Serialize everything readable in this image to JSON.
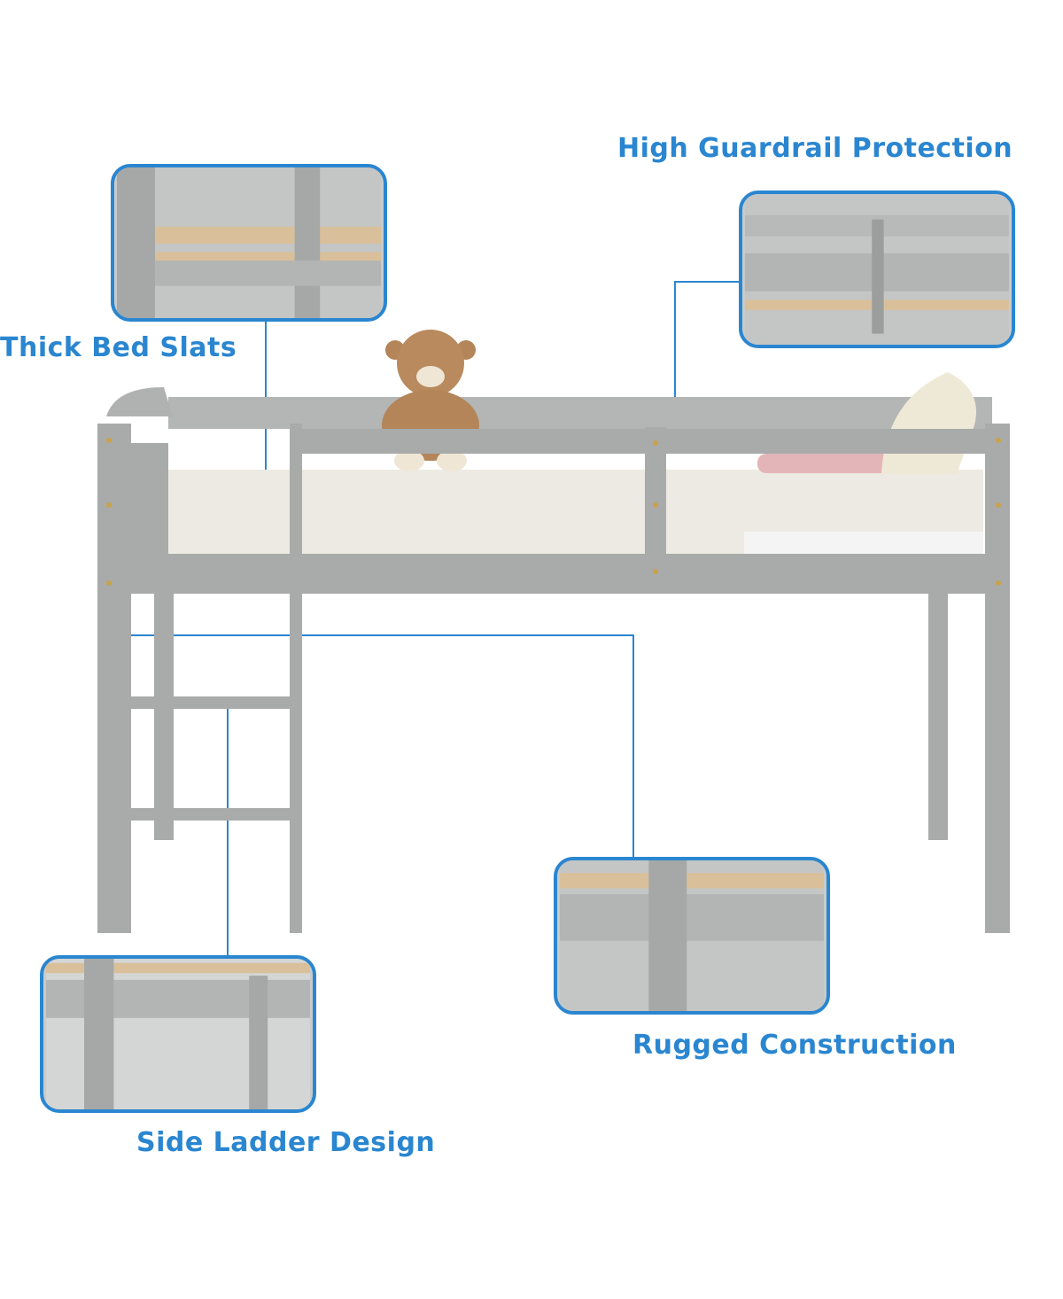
{
  "callouts": {
    "slats": "Thick Bed Slats",
    "guardrail": "High Guardrail Protection",
    "construction": "Rugged Construction",
    "ladder": "Side Ladder Design"
  },
  "colors": {
    "accent": "#2a86d0",
    "wood_gray": "#a9abaa",
    "slat": "#d9c09a"
  }
}
